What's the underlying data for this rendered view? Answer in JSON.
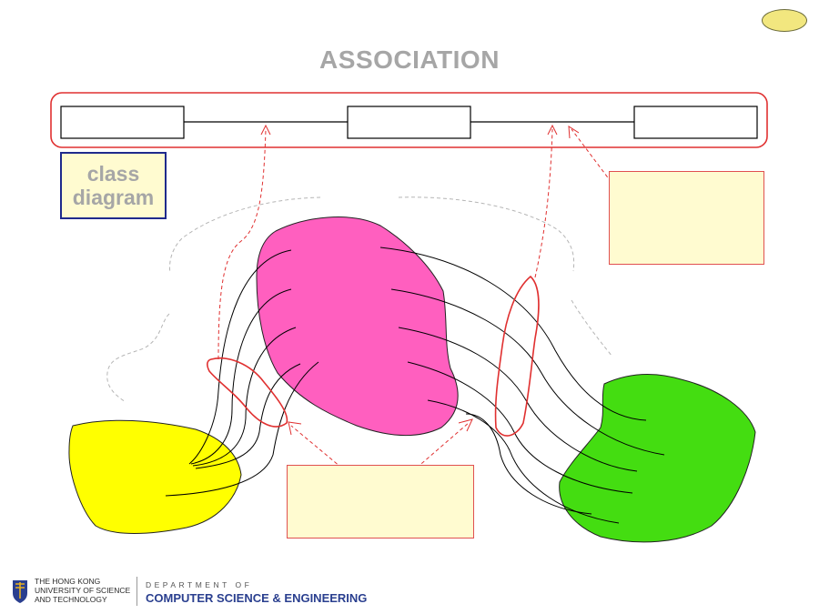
{
  "slide": {
    "title": "ASSOCIATION",
    "class_diagram_label": "class\ndiagram"
  },
  "footer": {
    "university": "THE HONG KONG\nUNIVERSITY OF SCIENCE\nAND TECHNOLOGY",
    "department_prefix": "DEPARTMENT OF",
    "department_name": "COMPUTER SCIENCE & ENGINEERING"
  },
  "colors": {
    "title": "#a6a6a6",
    "highlight": "#e03030",
    "yellow_blob": "#ffff00",
    "pink_blob": "#ff5fbf",
    "green_blob": "#44dd11",
    "note_fill": "#fffbd0",
    "label_border": "#1f2a8c",
    "nav_button": "#f2e77f"
  },
  "icons": {
    "nav_button": "oval-button",
    "university_logo": "hkust-logo"
  }
}
